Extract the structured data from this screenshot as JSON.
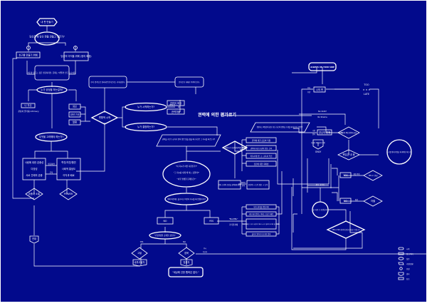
{
  "diagram": {
    "title": "권력에 의한 편가르기",
    "colors": {
      "background": "#020a8c",
      "stroke": "#ffffff",
      "text": "#ffffff"
    },
    "nodes": {
      "start": "내 편 만들기",
      "q_make_side": "당신은 왜 당신 편을 만들고 싶은가?",
      "make_friends": "친구를 만들기 위해",
      "for_goal": "당신의 이익을 위해 (정의 확장)",
      "info_box": "'내 편' 만드는 것은 필요하지만, 문제는 '어떻게' 만드느냐 이다.",
      "q_who_side": "누가 공정을 하는걸까?",
      "me_side": "나 자신",
      "me_side_note": "관심과 즐거움 intimacy",
      "opt_a": "외모",
      "opt_b": "집체적 특례",
      "opt_c": "말함",
      "q_consider": "무엇을 고려해야 하는가?",
      "box_left": [
        "사람에 대한 존중성",
        "다양성",
        "서로 간에의 존중"
      ],
      "box_right": [
        "학연/지연/혈연",
        "사회적 통념도",
        "이익과 배료"
      ],
      "mid_label_a": "필요하면",
      "mid_label_b": "무작",
      "diamond_equal": "존중과 소통",
      "diamond_power": "POWER",
      "pentagon_end": "연대",
      "top_box_a": "수직, 임직으로 갈라나면 편가르기는 가속화된다.",
      "top_box_b": "편가르기 자체가 목적이 된다.",
      "diamond_center": "편향적 시작",
      "ellipse_who1": "누가 시작하는가?",
      "ellipse_who2": "누가 결정하는가?",
      "who_label": "WHO?",
      "small_box_a": "권력의 확장",
      "small_box_b": "권력자들",
      "para_1": "권력을 가진 누군가가 원치 않은 일을 했을 때, 당신은 그 지시를 따르는가?",
      "ellipse_quotes": [
        "\"이 지시가 어떤 사람인가?\"",
        "\"그 지시를 내게 왜 하는 것일까?\"",
        "\"이후 발생할 문제들은?\""
      ],
      "ellipse_q2": "위의 의문에도 불구하고 여전히 지시를 따르겠습니까?",
      "diamond_mid": "편향으로 인한 일방적인 결정",
      "why_label": "WHY?",
      "list_why": [
        "권력에 대한 공포와 복종",
        "권력에 대한 충성와 믿음, 신뢰",
        "획득하게 만드는 교육과 학습",
        "집단에 대한 회피성"
      ],
      "box_result": "권위, 도덕적 판단을 권력에게 위임",
      "result_label": "WHY?",
      "result_sub": "결과",
      "box_result2": "판단력 + 도덕 정돈 + 도덕",
      "para_2": "정말하고 책임감이 강한 당신, 당신의 명령을 수행할 때 당신의 기준은?",
      "no_guilt": "No GUILT",
      "no_shame": "No Shame",
      "always": "ALWAYS ON YOUR SIDE",
      "my_side": "나의 편",
      "left_labels": [
        "무지",
        "무관"
      ],
      "too": "TOO",
      "late": "LATE",
      "xxx": "✕ ✕ ✕",
      "mini_labels": [
        "기준",
        "원칙"
      ],
      "box_conscience": "양심의 면책",
      "pentagon_resp": "자유인 책임감이 약함",
      "only": "ONLY",
      "diamond_r1": "자신의 책임 편향에 충돌",
      "diamond_r2": "책임은 내 몫",
      "circle_right": "누구를 위해 무엇을 왜 해야만 하는가?",
      "yes_box": "YES",
      "yes_label": "편견 폭력",
      "diamond_yes": "YES or 반성",
      "no_box": "NO",
      "no_label": "편견",
      "diamond_no": "차별",
      "judgment": "판단 포인트",
      "circle_bottom": "난 과연 누구편인가?",
      "diamond_bottom": "YES or NO 사이의 판단과 맞설 수 있는가",
      "no_mid": "NO",
      "yes_mid": "YES",
      "quote_unlike": "\"BLAHBL\"",
      "quote_sub": "거기현지에",
      "list_yes": [
        "내가 권리를 방질지에",
        "내가 왜지 않아도 비하는 것 같기 때문",
        "나도 발편할 수 있는 사항이기 때문 (누구나 발편이 된다면 될 수 있다)",
        "불리가 일어서 나오지만 없게"
      ],
      "ellipse_honest": "부당명령을 공개할 것인가?",
      "yes_small": "YES",
      "no_small": "NO",
      "diamond_accuse": "고발",
      "diamond_ignore": "침묵",
      "box_resist": "내부고발자",
      "box_bystander": "방관자",
      "right_label": [
        "무시",
        "동조자"
      ],
      "quote_final": "\"세상에 선한 침묵은 없다.\""
    },
    "legend": [
      {
        "shape": "terminal",
        "label": "시작"
      },
      {
        "shape": "process",
        "label": "정보/처리"
      },
      {
        "shape": "ellipse",
        "label": "질문"
      },
      {
        "shape": "parallelogram",
        "label": "가정/상황"
      },
      {
        "shape": "circle",
        "label": "연결"
      },
      {
        "shape": "pentagon",
        "label": "결과"
      },
      {
        "shape": "document",
        "label": "참조"
      }
    ]
  }
}
